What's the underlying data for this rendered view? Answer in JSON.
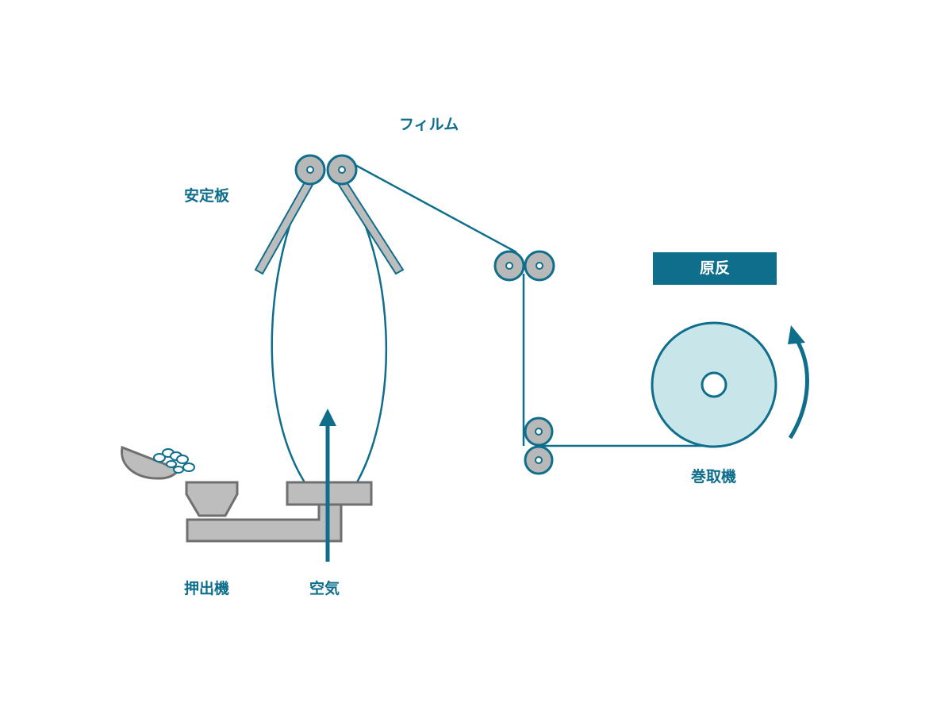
{
  "labels": {
    "film": "フィルム",
    "stabilizer": "安定板",
    "extruder": "押出機",
    "air": "空気",
    "winder": "巻取機",
    "original_roll": "原反"
  },
  "icons": {
    "roller": "roller-icon",
    "arrow": "arrow-up-icon",
    "rotation": "rotation-arrow-icon",
    "pellets": "pellets-icon"
  },
  "colors": {
    "accent": "#0e6e8c",
    "machine_fill": "#bdbdbd",
    "machine_stroke": "#6f6f6f",
    "roll_fill": "#c8e6ea",
    "roller_fill": "#b8b8b8"
  }
}
